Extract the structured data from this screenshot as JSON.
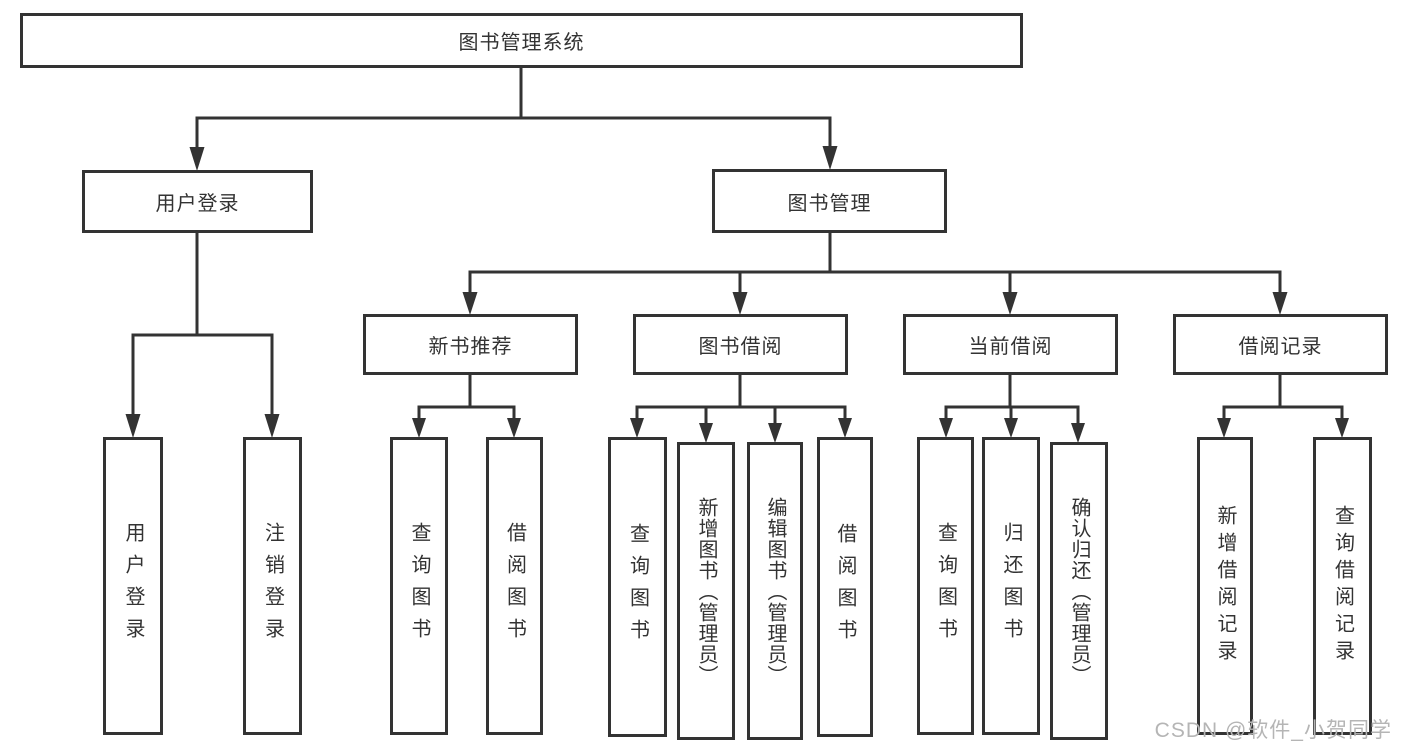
{
  "tree": {
    "root": {
      "label": "图书管理系统"
    },
    "branches": [
      {
        "label": "用户登录",
        "children": [
          {
            "label": "用户登录"
          },
          {
            "label": "注销登录"
          }
        ]
      },
      {
        "label": "图书管理",
        "children": [
          {
            "label": "新书推荐",
            "children": [
              {
                "label": "查询图书"
              },
              {
                "label": "借阅图书"
              }
            ]
          },
          {
            "label": "图书借阅",
            "children": [
              {
                "label": "查询图书"
              },
              {
                "label": "新增图书（管理员）"
              },
              {
                "label": "编辑图书（管理员）"
              },
              {
                "label": "借阅图书"
              }
            ]
          },
          {
            "label": "当前借阅",
            "children": [
              {
                "label": "查询图书"
              },
              {
                "label": "归还图书"
              },
              {
                "label": "确认归还（管理员）"
              }
            ]
          },
          {
            "label": "借阅记录",
            "children": [
              {
                "label": "新增借阅记录"
              },
              {
                "label": "查询借阅记录"
              }
            ]
          }
        ]
      }
    ]
  },
  "watermark": {
    "text": "CSDN @软件_小贺同学"
  },
  "colors": {
    "line": "#333333",
    "border": "#333333",
    "text": "#333333",
    "box_bg": "#ffffff",
    "watermark": "#b5b5b5"
  }
}
